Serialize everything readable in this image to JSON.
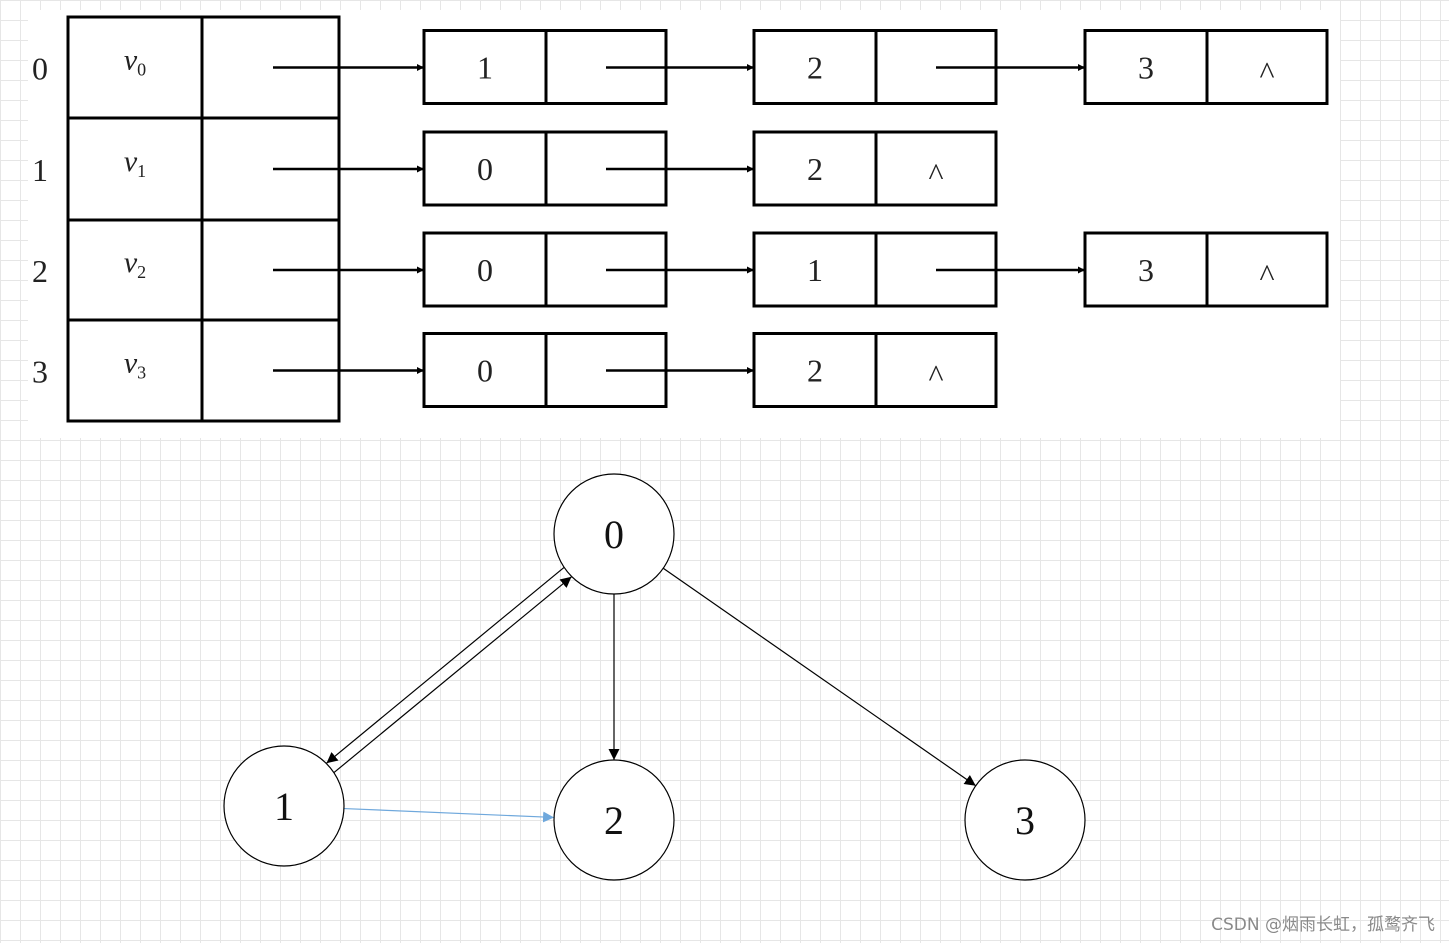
{
  "adjacency_list": {
    "row_indices": [
      "0",
      "1",
      "2",
      "3"
    ],
    "vertex_labels": [
      {
        "name": "v",
        "sub": "0"
      },
      {
        "name": "v",
        "sub": "1"
      },
      {
        "name": "v",
        "sub": "2"
      },
      {
        "name": "v",
        "sub": "3"
      }
    ],
    "lists": [
      [
        "1",
        "2",
        "3"
      ],
      [
        "0",
        "2"
      ],
      [
        "0",
        "1",
        "3"
      ],
      [
        "0",
        "2"
      ]
    ],
    "null_symbol": "^"
  },
  "graph": {
    "nodes": [
      {
        "id": "0",
        "label": "0"
      },
      {
        "id": "1",
        "label": "1"
      },
      {
        "id": "2",
        "label": "2"
      },
      {
        "id": "3",
        "label": "3"
      }
    ],
    "edges": [
      {
        "from": "0",
        "to": "1",
        "color": "#000000"
      },
      {
        "from": "1",
        "to": "0",
        "color": "#000000"
      },
      {
        "from": "0",
        "to": "2",
        "color": "#000000"
      },
      {
        "from": "0",
        "to": "3",
        "color": "#000000"
      },
      {
        "from": "1",
        "to": "2",
        "color": "#6fa8dc"
      }
    ]
  },
  "watermark": "CSDN @烟雨长虹，孤鹜齐飞"
}
